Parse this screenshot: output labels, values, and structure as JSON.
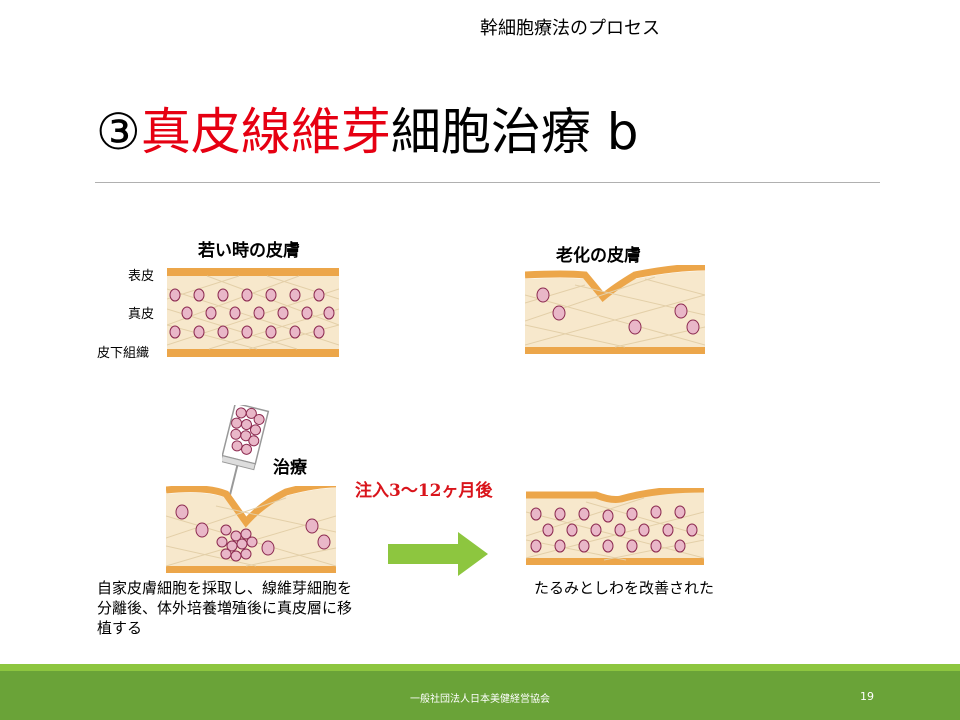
{
  "header": {
    "subtitle": "幹細胞療法のプロセス",
    "title_number": "③",
    "title_red": "真皮線維芽",
    "title_black": "細胞治療 b"
  },
  "panels": {
    "young_title": "若い時の皮膚",
    "aged_title": "老化の皮膚",
    "layer_labels": [
      "表皮",
      "真皮",
      "皮下組織"
    ],
    "treatment_label": "治療",
    "injection_label": "注入3～12ヶ月後"
  },
  "captions": {
    "left_line1": "自家皮膚細胞を採取し、線維芽細胞を",
    "left_line2": "分離後、体外培養増殖後に真皮層に移",
    "left_line3": "植する",
    "right": "たるみとしわを改善された"
  },
  "footer": {
    "organization": "一般社団法人日本美健経営協会",
    "page_number": "19"
  },
  "colors": {
    "title_red": "#e60012",
    "epidermis": "#eca64a",
    "dermis": "#f7e8cc",
    "cell": "#e9b7c8",
    "cell_outline": "#8c2a50",
    "arrow": "#8dc63f",
    "footer": "#6aa338"
  }
}
